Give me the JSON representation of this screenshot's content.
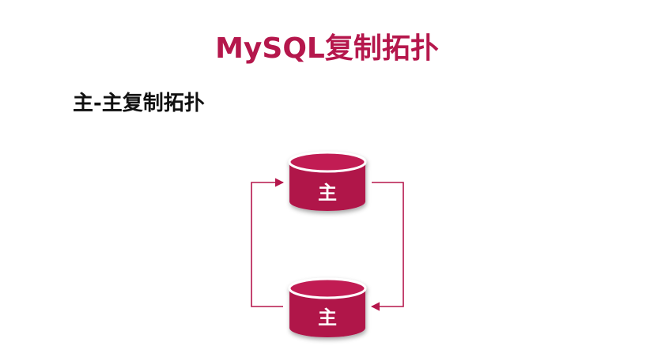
{
  "title": "MySQL复制拓扑",
  "subtitle": "主-主复制拓扑",
  "colors": {
    "accent": "#b5174c",
    "node_fill": "#b0124a",
    "node_top": "#c11a52",
    "connector": "#b5174c"
  },
  "diagram": {
    "nodes": [
      {
        "label": "主"
      },
      {
        "label": "主"
      }
    ]
  }
}
